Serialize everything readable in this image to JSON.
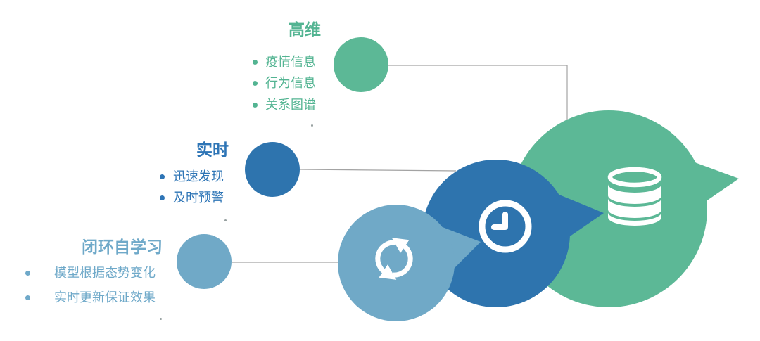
{
  "diagram": {
    "background_color": "#ffffff",
    "connector_color": "#a3a3a3",
    "sections": [
      {
        "title": "高维",
        "color": "#53b492",
        "bullets": [
          "疫情信息",
          "行为信息",
          "关系图谱"
        ]
      },
      {
        "title": "实时",
        "color": "#2e75b6",
        "bullets": [
          "迅速发现",
          "及时预警"
        ]
      },
      {
        "title": "闭环自学习",
        "color": "#6fa9c9",
        "bullets": [
          "模型根据态势变化",
          "实时更新保证效果"
        ]
      }
    ],
    "bubbles": [
      {
        "icon": "sync-icon",
        "color": "#70a9c7"
      },
      {
        "icon": "clock-icon",
        "color": "#2e74ae"
      },
      {
        "icon": "database-icon",
        "color": "#5cb896"
      }
    ],
    "node_colors": [
      "#5cb896",
      "#2e74ae",
      "#70a9c7"
    ]
  }
}
